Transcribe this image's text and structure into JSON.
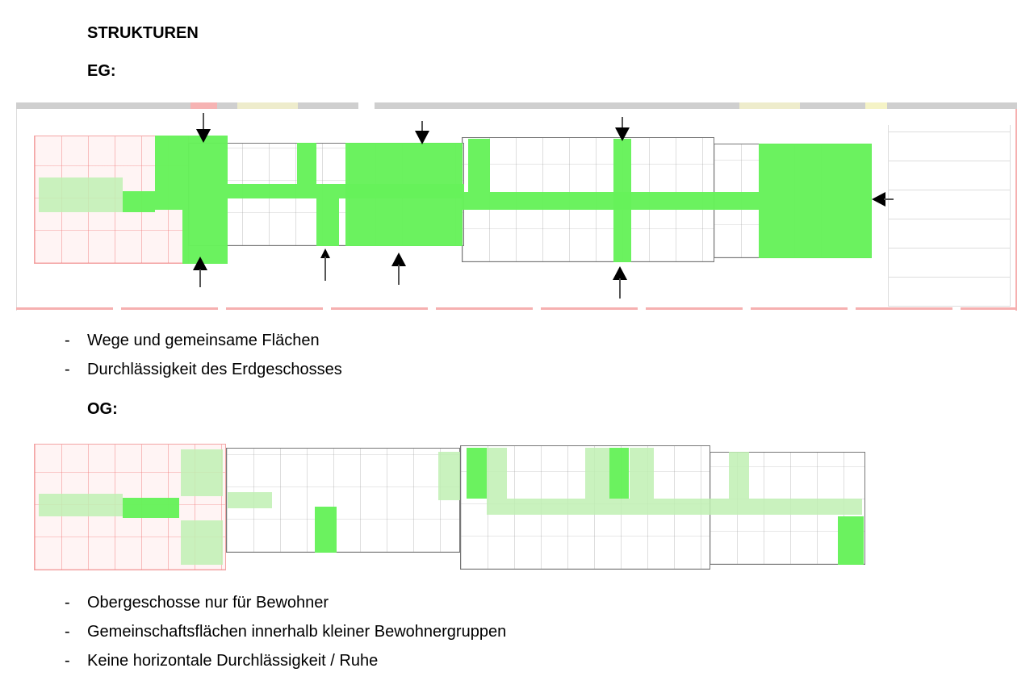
{
  "heading": "STRUKTUREN",
  "eg": {
    "label": "EG:",
    "bullets": [
      "Wege und gemeinsame Flächen",
      "Durchlässigkeit des Erdgeschosses"
    ]
  },
  "og": {
    "label": "OG:",
    "bullets": [
      "Obergeschosse nur für Bewohner",
      "Gemeinschaftsflächen innerhalb kleiner Bewohnergruppen",
      "Keine horizontale Durchlässigkeit / Ruhe"
    ]
  },
  "bullet_marker": "-",
  "colors": {
    "path_green": "#66f25a",
    "shared_light_green": "#bff0b3",
    "plan_pink": "#f3a5a5"
  }
}
